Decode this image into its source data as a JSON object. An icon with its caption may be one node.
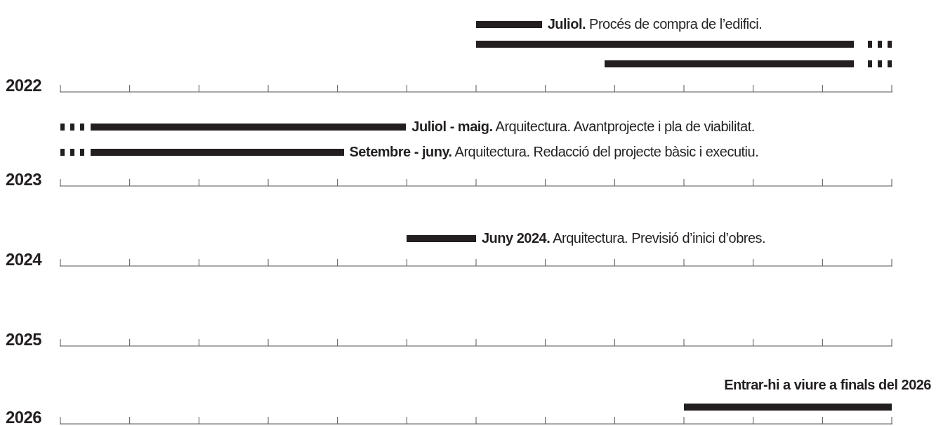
{
  "diagram": {
    "nodes": [
      {
        "text": [],
        "shape": "bar",
        "beside": [
          "**Juliol.** Procés de compra de l’edifici."
        ]
      },
      {
        "text": [],
        "shape": "bar"
      },
      {
        "text": [],
        "shape": "bar"
      },
      {
        "text": [],
        "shape": "bar",
        "beside": [
          "**Juliol - maig.** Arquitectura. Avantprojecte i pla de viabilitat."
        ]
      },
      {
        "text": [],
        "shape": "bar",
        "beside": [
          "**Setembre - juny.** Arquitectura. Redacció del projecte bàsic i executiu."
        ]
      },
      {
        "text": [],
        "shape": "bar",
        "beside": [
          "**Juny 2024.** Arquitectura. Previsió d’inici d’obres."
        ]
      },
      {
        "text": [],
        "shape": "bar",
        "beside": [
          "**Entrar-hi a viure a finals del 2026**"
        ]
      }
    ],
    "edges": [],
    "labels": [
      "2022",
      "2023",
      "2024",
      "2025",
      "2026"
    ]
  }
}
